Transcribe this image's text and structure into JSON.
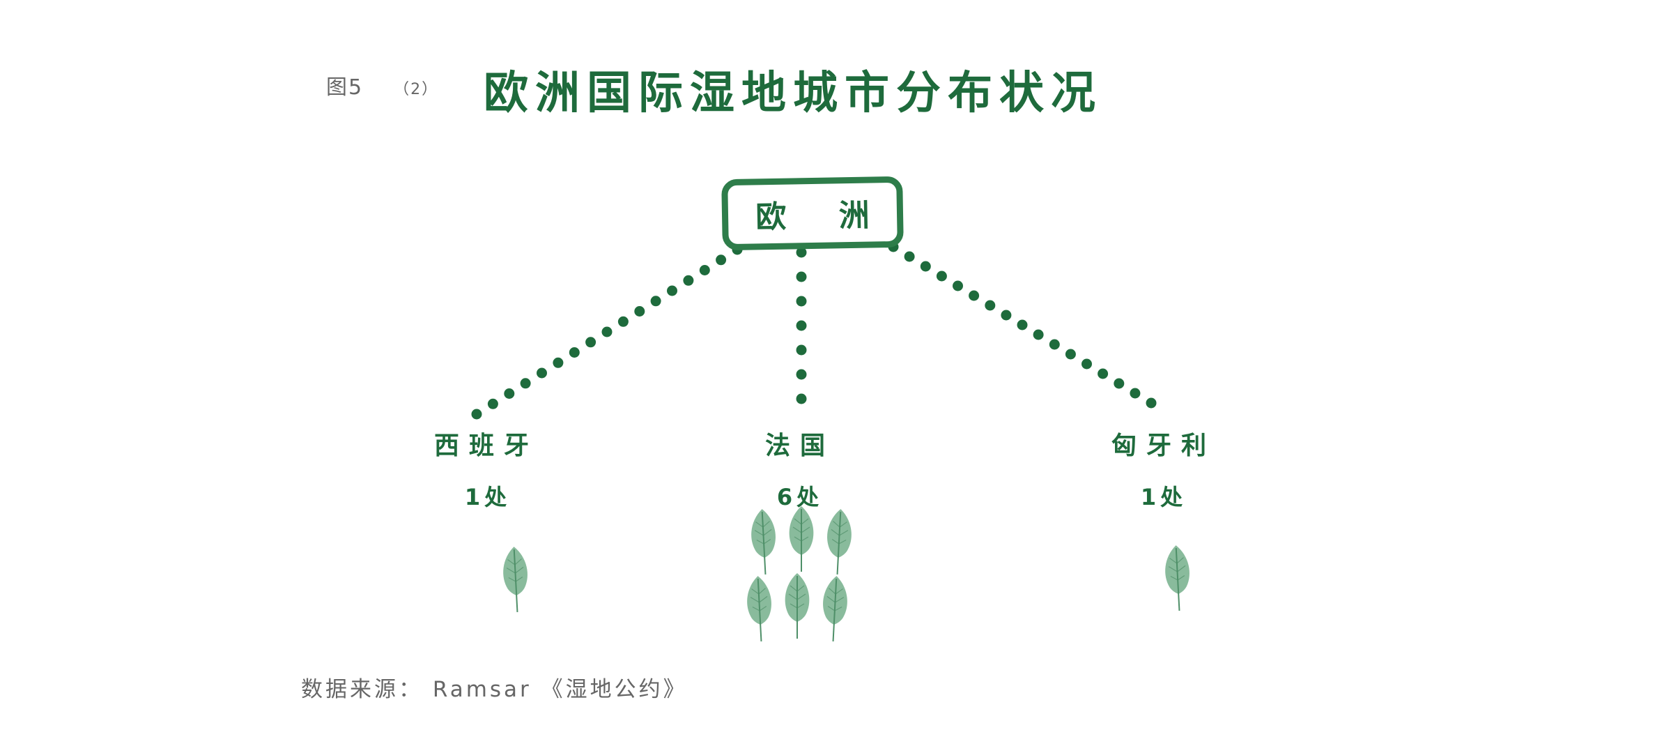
{
  "figure": {
    "label": "图5",
    "sub": "（2）",
    "title": "欧洲国际湿地城市分布状况"
  },
  "root": {
    "label": "欧 洲"
  },
  "countries": [
    {
      "name": "西班牙",
      "count_text": "1处",
      "count": 1
    },
    {
      "name": "法国",
      "count_text": "6处",
      "count": 6
    },
    {
      "name": "匈牙利",
      "count_text": "1处",
      "count": 1
    }
  ],
  "source": "数据来源： Ramsar 《湿地公约》",
  "colors": {
    "primary": "#1e6b3c",
    "dot": "#1e6b3c",
    "leaf": "#7fb594",
    "leaf_dark": "#4e8f68",
    "muted": "#666666"
  },
  "icons": {
    "unit": "leaf-icon"
  }
}
